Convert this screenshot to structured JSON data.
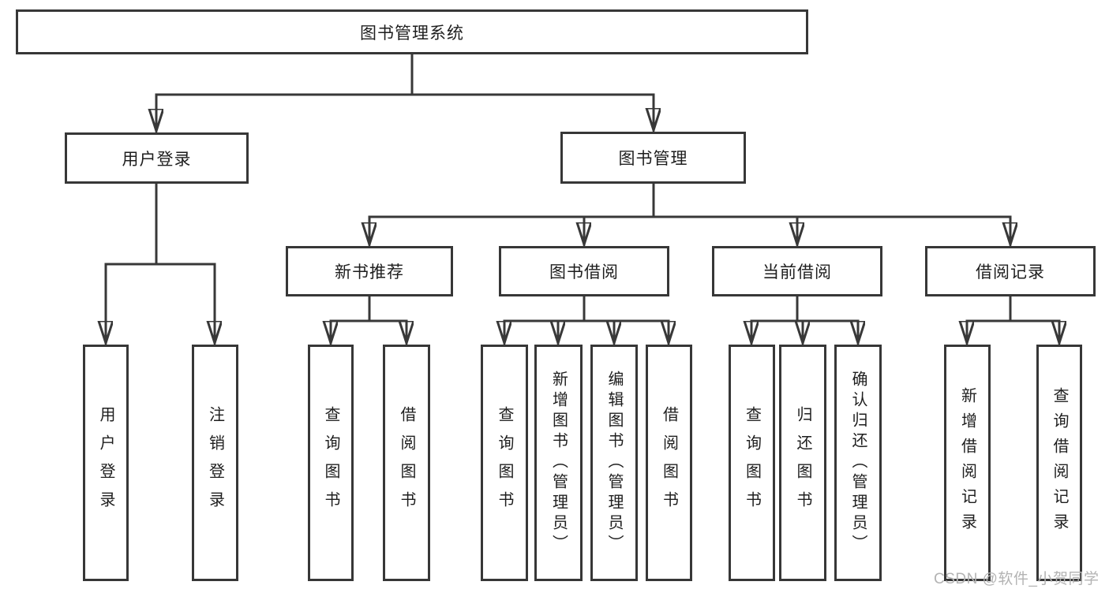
{
  "diagram": {
    "root": {
      "label": "图书管理系统",
      "children": [
        {
          "label": "用户登录",
          "children": [
            {
              "label": "用户登录"
            },
            {
              "label": "注销登录"
            }
          ]
        },
        {
          "label": "图书管理",
          "children": [
            {
              "label": "新书推荐",
              "children": [
                {
                  "label": "查询图书"
                },
                {
                  "label": "借阅图书"
                }
              ]
            },
            {
              "label": "图书借阅",
              "children": [
                {
                  "label": "查询图书"
                },
                {
                  "label": "新增图书（管理员）"
                },
                {
                  "label": "编辑图书（管理员）"
                },
                {
                  "label": "借阅图书"
                }
              ]
            },
            {
              "label": "当前借阅",
              "children": [
                {
                  "label": "查询图书"
                },
                {
                  "label": "归还图书"
                },
                {
                  "label": "确认归还（管理员）"
                }
              ]
            },
            {
              "label": "借阅记录",
              "children": [
                {
                  "label": "新增借阅记录"
                },
                {
                  "label": "查询借阅记录"
                }
              ]
            }
          ]
        }
      ]
    }
  },
  "watermark": {
    "text": "CSDN @软件_小贺同学"
  },
  "colors": {
    "line": "#383838",
    "box_border": "#373737",
    "text": "#1e1e1e",
    "watermark": "#b3b3b3",
    "background": "#ffffff"
  }
}
